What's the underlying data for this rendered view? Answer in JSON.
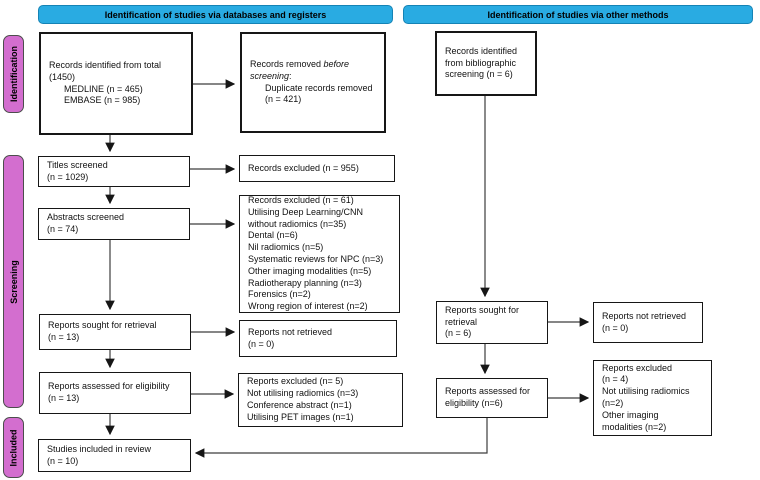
{
  "headers": {
    "databases": "Identification of studies via databases and registers",
    "other_methods": "Identification of studies via other methods"
  },
  "sidebar": {
    "identification": "Identification",
    "screening": "Screening",
    "included": "Included"
  },
  "colors": {
    "header_fill": "#29ABE2",
    "header_border": "#1583B5",
    "sidebar_fill": "#D36ECF",
    "sidebar_border": "#4d4d4d",
    "box_border": "#161616",
    "arrow": "#3d3d3d"
  },
  "flow": {
    "databases": {
      "records_identified": "Records identified from total\n(1450)\n      MEDLINE (n = 465)\n      EMBASE (n = 985)",
      "titles_screened": "Titles screened\n(n = 1029)",
      "abstracts_screened": "Abstracts screened\n(n = 74)",
      "reports_sought": "Reports sought for retrieval\n(n = 13)",
      "reports_assessed": "Reports assessed for eligibility\n(n = 13)",
      "studies_included": "Studies included in review\n(n = 10)"
    },
    "exclusions": {
      "records_removed": {
        "prefix": "Records removed ",
        "italic": "before\nscreening",
        "suffix": ":\n      Duplicate records removed\n      (n = 421)"
      },
      "records_excluded_titles": "Records excluded (n = 955)",
      "records_excluded_abstracts": "Records excluded (n = 61)\nUtilising Deep Learning/CNN\nwithout radiomics (n=35)\nDental (n=6)\nNil radiomics (n=5)\nSystematic reviews for NPC (n=3)\nOther imaging modalities (n=5)\nRadiotherapy planning (n=3)\nForensics (n=2)\nWrong region of interest (n=2)",
      "reports_not_retrieved": "Reports not retrieved\n(n = 0)",
      "reports_excluded": "Reports excluded (n= 5)\nNot utilising radiomics (n=3)\nConference abstract (n=1)\nUtilising PET images (n=1)"
    },
    "other_methods": {
      "records_identified": "Records identified\nfrom bibliographic\nscreening (n = 6)",
      "reports_sought": "Reports sought for\nretrieval\n(n = 6)",
      "reports_not_retrieved": "Reports not retrieved\n(n = 0)",
      "reports_assessed": "Reports assessed for\neligibility (n=6)",
      "reports_excluded": "Reports excluded\n(n = 4)\nNot utilising radiomics\n(n=2)\nOther imaging\nmodalities (n=2)"
    }
  }
}
